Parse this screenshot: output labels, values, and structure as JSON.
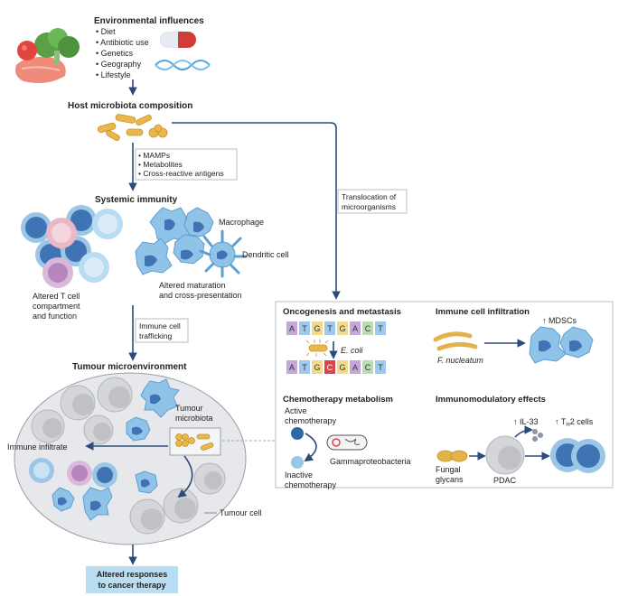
{
  "env": {
    "title": "Environmental influences",
    "items": [
      "• Diet",
      "• Antibiotic use",
      "• Genetics",
      "• Geography",
      "• Lifestyle"
    ]
  },
  "host": {
    "title": "Host microbiota composition"
  },
  "mamps": {
    "items": [
      "• MAMPs",
      "• Metabolites",
      "• Cross-reactive antigens"
    ]
  },
  "systemic": {
    "title": "Systemic immunity",
    "macrophage": "Macrophage",
    "dendritic": "Dendritic cell",
    "tcell": [
      "Altered T cell",
      "compartment",
      "and function"
    ],
    "maturation": [
      "Altered maturation",
      "and cross-presentation"
    ]
  },
  "trafficking": [
    "Immune cell",
    "trafficking"
  ],
  "translocation": [
    "Translocation of",
    "microorganisms"
  ],
  "tme": {
    "title": "Tumour microenvironment",
    "microbiota": [
      "Tumour",
      "microbiota"
    ],
    "infiltrate": "Immune infiltrate",
    "tumour_cell": "Tumour cell"
  },
  "result": [
    "Altered responses",
    "to cancer therapy"
  ],
  "panel": {
    "onco_title": "Oncogenesis and metastasis",
    "dna_top": [
      "A",
      "T",
      "G",
      "T",
      "G",
      "A",
      "C",
      "T"
    ],
    "dna_bottom": [
      "A",
      "T",
      "G",
      "C",
      "G",
      "A",
      "C",
      "T"
    ],
    "ecoli": "E. coli",
    "infil_title": "Immune cell infiltration",
    "mdsc": "↑ MDSCs",
    "fnuc": "F. nucleatum",
    "chemo_title": "Chemotherapy metabolism",
    "active": [
      "Active",
      "chemotherapy"
    ],
    "inactive": [
      "Inactive",
      "chemotherapy"
    ],
    "gamma": "Gammaproteobacteria",
    "immuno_title": "Immunomodulatory effects",
    "il33": "↑ IL-33",
    "th2_prefix": "↑ T",
    "th2_sub": "H",
    "th2_suffix": "2 cells",
    "fungal": [
      "Fungal",
      "glycans"
    ],
    "pdac": "PDAC"
  },
  "colors": {
    "arrow": "#2c4b7a",
    "result_box": "#b9def3",
    "dna_A": "#c3a8d8",
    "dna_T": "#9ec9ec",
    "dna_G": "#f3d98b",
    "dna_C_mut": "#d9454a"
  }
}
